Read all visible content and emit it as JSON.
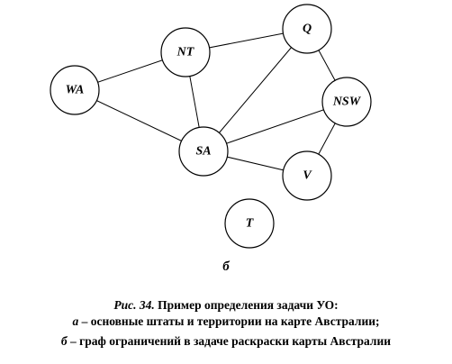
{
  "diagram": {
    "nodes": [
      {
        "id": "WA",
        "label": "WA"
      },
      {
        "id": "NT",
        "label": "NT"
      },
      {
        "id": "Q",
        "label": "Q"
      },
      {
        "id": "NSW",
        "label": "NSW"
      },
      {
        "id": "SA",
        "label": "SA"
      },
      {
        "id": "V",
        "label": "V"
      },
      {
        "id": "T",
        "label": "T"
      }
    ],
    "edges": [
      [
        "WA",
        "NT"
      ],
      [
        "WA",
        "SA"
      ],
      [
        "NT",
        "Q"
      ],
      [
        "NT",
        "SA"
      ],
      [
        "Q",
        "SA"
      ],
      [
        "Q",
        "NSW"
      ],
      [
        "NSW",
        "SA"
      ],
      [
        "NSW",
        "V"
      ],
      [
        "SA",
        "V"
      ]
    ],
    "sublabel": "б"
  },
  "caption": {
    "line1_prefix": "Рис. 34.",
    "line1_text": " Пример определения задачи УО:",
    "line2_prefix": "а",
    "line2_text": " – основные штаты и территории на карте Австралии;",
    "line3_prefix": "б",
    "line3_text": " – граф ограничений в задаче раскраски карты Австралии"
  }
}
